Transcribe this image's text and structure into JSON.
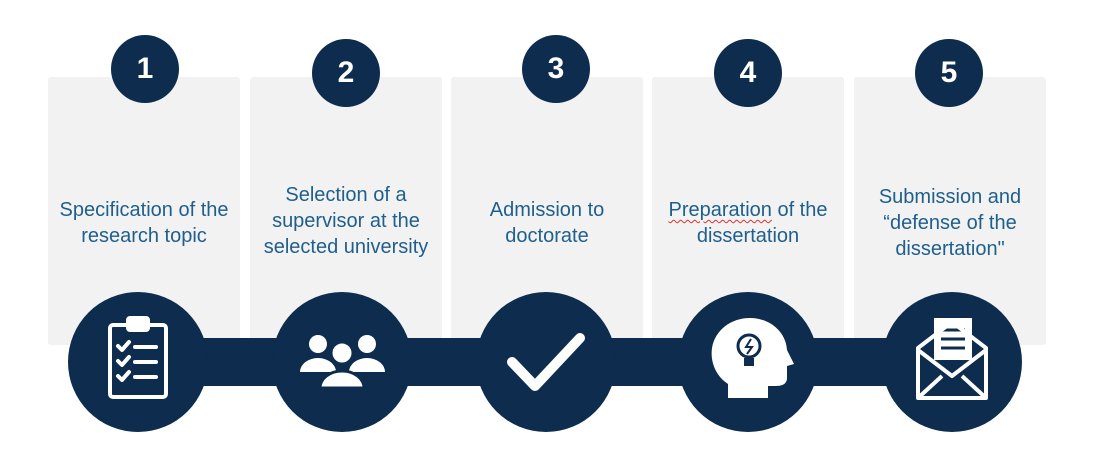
{
  "steps": [
    {
      "number": "1",
      "label": "Specification of the research topic",
      "icon": "clipboard-checklist-icon"
    },
    {
      "number": "2",
      "label": "Selection of a supervisor at the selected university",
      "icon": "people-group-icon"
    },
    {
      "number": "3",
      "label": "Admission to doctorate",
      "icon": "checkmark-icon"
    },
    {
      "number": "4",
      "label_first": "Preparation",
      "label_rest": " of the dissertation",
      "icon": "head-lightbulb-icon"
    },
    {
      "number": "5",
      "label": "Submission and “defense of the dissertation\"",
      "icon": "open-envelope-icon"
    }
  ],
  "colors": {
    "navy": "#0d2c4e",
    "text_blue": "#1f5f8c",
    "card_gray": "#f2f2f2"
  }
}
